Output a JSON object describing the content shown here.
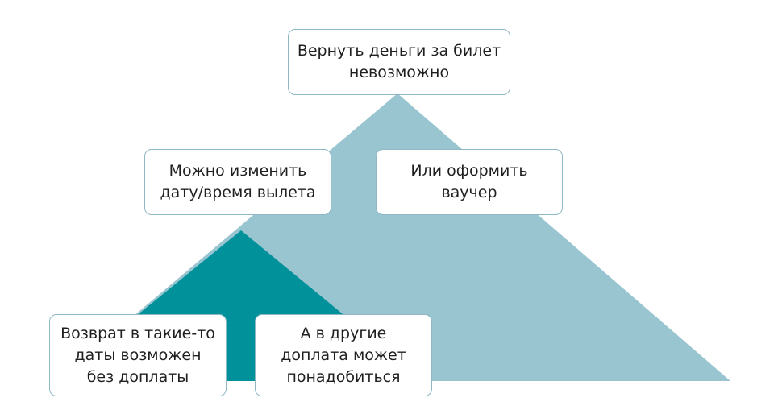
{
  "diagram": {
    "colors": {
      "large_triangle": "#99c5d0",
      "small_triangle": "#00919b",
      "node_border": "#8fb8c4",
      "node_fill": "#ffffff",
      "text": "#1f1f1f"
    },
    "nodes": {
      "top": "Вернуть деньги за билет\nневозможно",
      "left": "Можно изменить\nдату/время вылета",
      "right": "Или оформить\nваучер",
      "bottom_left": "Возврат в такие-то\nдаты возможен\nбез доплаты",
      "bottom_right": "А в другие\nдоплата может\nпонадобиться"
    }
  }
}
